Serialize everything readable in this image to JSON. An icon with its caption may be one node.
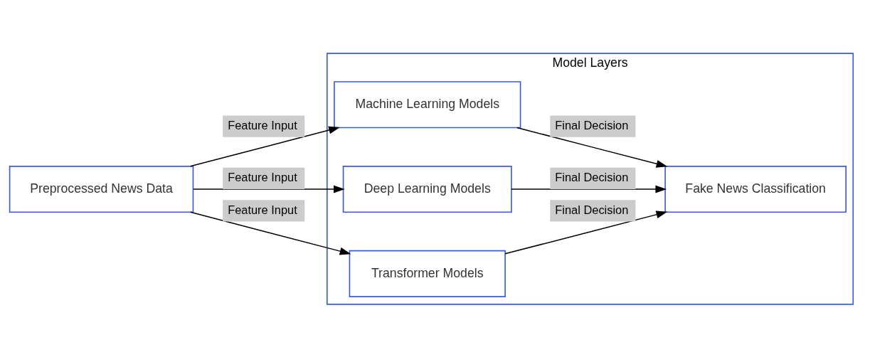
{
  "diagram": {
    "nodes": [
      {
        "text": [
          "Preprocessed News Data"
        ]
      },
      {
        "text": [
          "Model Layers"
        ]
      },
      {
        "text": [
          "Machine Learning Models"
        ],
        "in": 1
      },
      {
        "text": [
          "Deep Learning Models"
        ],
        "in": 1
      },
      {
        "text": [
          "Transformer Models"
        ],
        "in": 1
      },
      {
        "text": [
          "Fake News Classification"
        ],
        "in": 1
      }
    ],
    "edges": [
      {
        "from": 0,
        "to": 2,
        "arrow": "to",
        "label": "Feature Input"
      },
      {
        "from": 0,
        "to": 3,
        "arrow": "to",
        "label": "Feature Input"
      },
      {
        "from": 0,
        "to": 4,
        "arrow": "to",
        "label": "Feature Input"
      },
      {
        "from": 2,
        "to": 5,
        "arrow": "to",
        "label": "Final Decision"
      },
      {
        "from": 3,
        "to": 5,
        "arrow": "to",
        "label": "Final Decision"
      },
      {
        "from": 4,
        "to": 5,
        "arrow": "to",
        "label": "Final Decision"
      }
    ]
  }
}
